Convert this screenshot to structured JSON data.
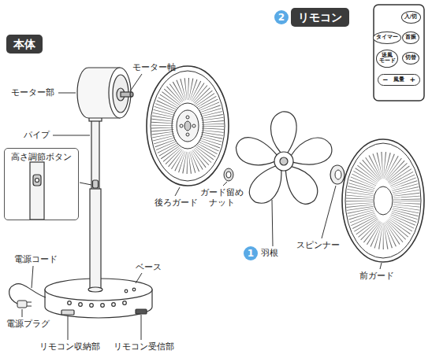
{
  "diagram": {
    "nodes": [
      {
        "text": [
          "2"
        ]
      },
      {
        "text": [
          "リモコン"
        ]
      },
      {
        "text": [
          "入/切"
        ]
      },
      {
        "text": [
          "タイマー"
        ]
      },
      {
        "text": [
          "首振"
        ]
      },
      {
        "text": [
          "送風 モード"
        ]
      },
      {
        "text": [
          "切替"
        ]
      },
      {
        "text": [
          "−",
          "風量",
          "+"
        ]
      },
      {
        "text": [
          "本体"
        ]
      },
      {
        "text": [
          "高さ調節ボタン"
        ]
      },
      {
        "text": [
          "1"
        ]
      }
    ],
    "labels": [
      "モーター軸",
      "モーター部",
      "パイプ",
      "後ろガード",
      "ガード留め ナット",
      "羽根",
      "スピンナー",
      "前ガード",
      "電源コード",
      "ベース",
      "電源プラグ",
      "リモコン収納部",
      "リモコン受信部"
    ]
  }
}
